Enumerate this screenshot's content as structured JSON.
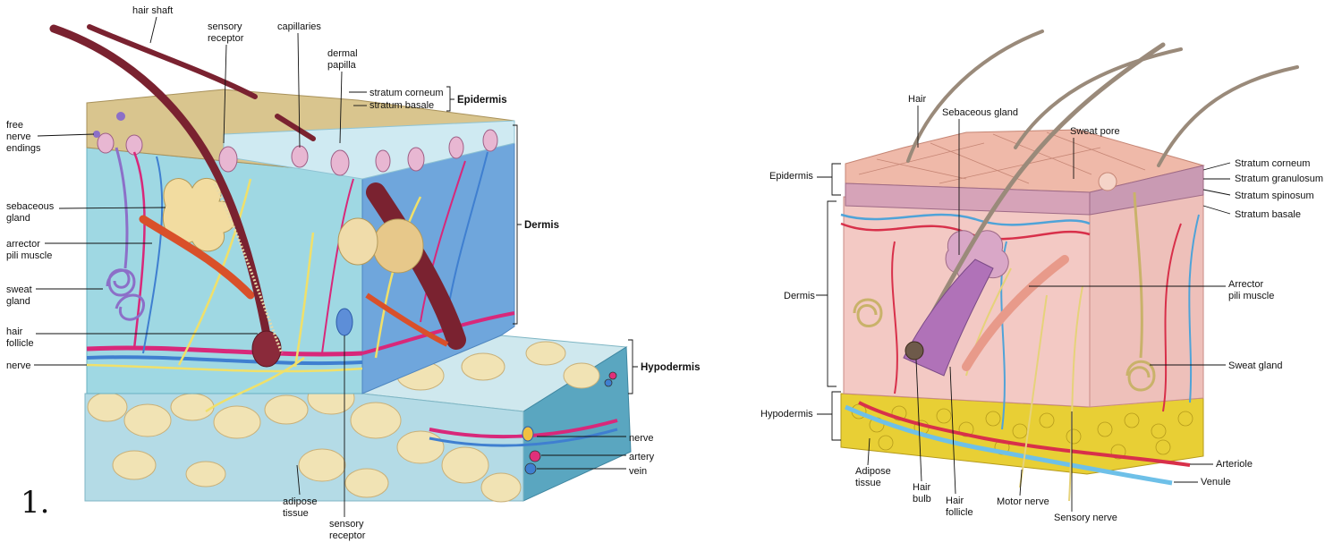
{
  "figure_number": "1.",
  "diagram_left": {
    "labels": {
      "hair_shaft": "hair shaft",
      "sensory_receptor_1": "sensory",
      "sensory_receptor_2": "receptor",
      "capillaries": "capillaries",
      "dermal_papilla_1": "dermal",
      "dermal_papilla_2": "papilla",
      "stratum_corneum": "stratum corneum",
      "stratum_basale": "stratum basale",
      "epidermis": "Epidermis",
      "free_nerve_endings_1": "free",
      "free_nerve_endings_2": "nerve",
      "free_nerve_endings_3": "endings",
      "sebaceous_gland_1": "sebaceous",
      "sebaceous_gland_2": "gland",
      "arrector_pili_1": "arrector",
      "arrector_pili_2": "pili muscle",
      "sweat_gland_1": "sweat",
      "sweat_gland_2": "gland",
      "hair_follicle_1": "hair",
      "hair_follicle_2": "follicle",
      "nerve": "nerve",
      "dermis": "Dermis",
      "hypodermis": "Hypodermis",
      "nerve_right": "nerve",
      "artery": "artery",
      "vein": "vein",
      "adipose_tissue_1": "adipose",
      "adipose_tissue_2": "tissue",
      "sensory_receptor_bottom_1": "sensory",
      "sensory_receptor_bottom_2": "receptor"
    }
  },
  "diagram_right": {
    "labels": {
      "hair": "Hair",
      "sebaceous_gland": "Sebaceous gland",
      "sweat_pore": "Sweat pore",
      "epidermis": "Epidermis",
      "stratum_corneum": "Stratum corneum",
      "stratum_granulosum": "Stratum granulosum",
      "stratum_spinosum": "Stratum spinosum",
      "stratum_basale": "Stratum basale",
      "dermis": "Dermis",
      "arrector_pili_1": "Arrector",
      "arrector_pili_2": "pili muscle",
      "sweat_gland": "Sweat gland",
      "hypodermis": "Hypodermis",
      "adipose_tissue_1": "Adipose",
      "adipose_tissue_2": "tissue",
      "hair_bulb_1": "Hair",
      "hair_bulb_2": "bulb",
      "hair_follicle_1": "Hair",
      "hair_follicle_2": "follicle",
      "motor_nerve": "Motor nerve",
      "sensory_nerve": "Sensory nerve",
      "arteriole": "Arteriole",
      "venule": "Venule"
    }
  },
  "colors": {
    "epidermis_left": "#d9c58e",
    "dermis_left": "#9fd8e3",
    "hypodermis_left": "#b9dfe8",
    "fat": "#f1e3b4",
    "hair": "#7a2230",
    "vessel_red": "#d8287a",
    "vessel_blue": "#3f7fd0",
    "nerve_yellow": "#f0e06a",
    "dermis_right": "#f3c9c4",
    "epidermis_right": "#efb9a9",
    "fat_right": "#e8cf35"
  }
}
